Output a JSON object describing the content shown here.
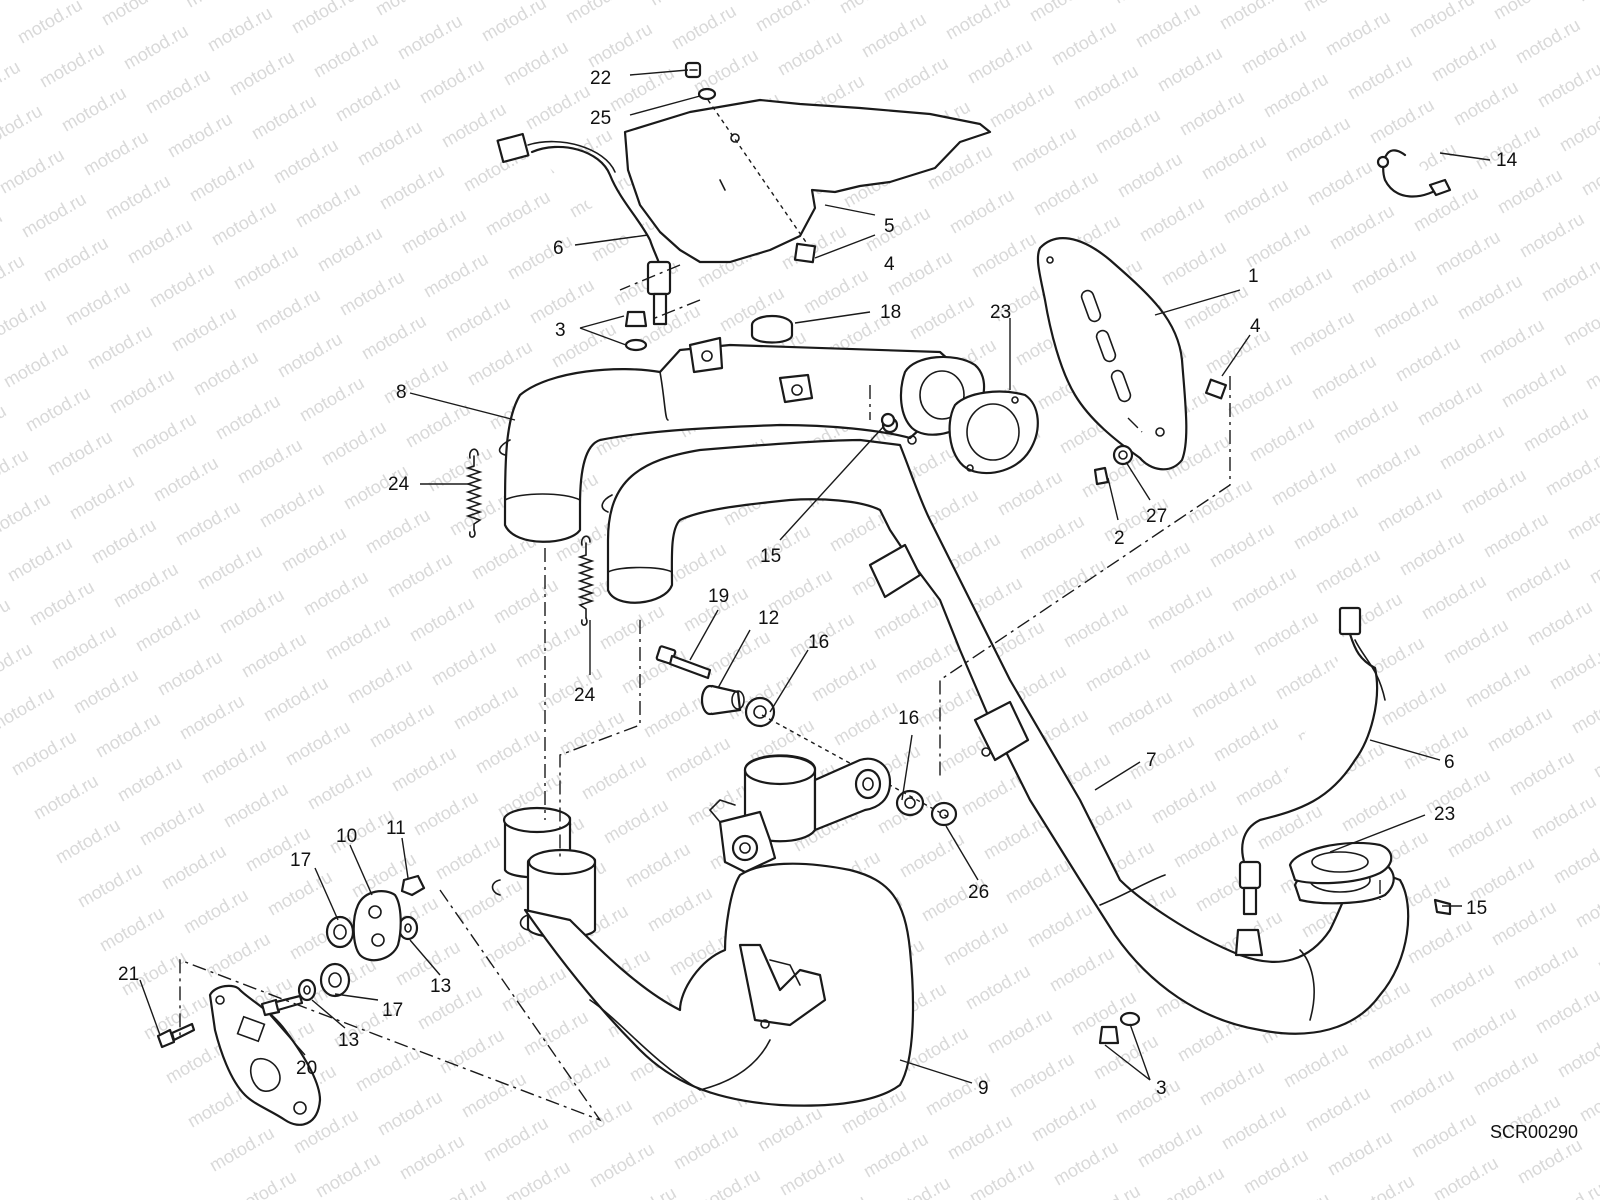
{
  "watermark": {
    "text": "motod.ru",
    "color": "#d9d9d9"
  },
  "drawing_code": "SCR00290",
  "callouts": [
    {
      "id": "c-22",
      "label": "22"
    },
    {
      "id": "c-25",
      "label": "25"
    },
    {
      "id": "c-5",
      "label": "5"
    },
    {
      "id": "c-4a",
      "label": "4"
    },
    {
      "id": "c-6a",
      "label": "6"
    },
    {
      "id": "c-18",
      "label": "18"
    },
    {
      "id": "c-3a",
      "label": "3"
    },
    {
      "id": "c-8",
      "label": "8"
    },
    {
      "id": "c-24a",
      "label": "24"
    },
    {
      "id": "c-24b",
      "label": "24"
    },
    {
      "id": "c-23a",
      "label": "23"
    },
    {
      "id": "c-1",
      "label": "1"
    },
    {
      "id": "c-4b",
      "label": "4"
    },
    {
      "id": "c-14",
      "label": "14"
    },
    {
      "id": "c-2",
      "label": "2"
    },
    {
      "id": "c-27",
      "label": "27"
    },
    {
      "id": "c-15a",
      "label": "15"
    },
    {
      "id": "c-19",
      "label": "19"
    },
    {
      "id": "c-12",
      "label": "12"
    },
    {
      "id": "c-16a",
      "label": "16"
    },
    {
      "id": "c-16b",
      "label": "16"
    },
    {
      "id": "c-26",
      "label": "26"
    },
    {
      "id": "c-7",
      "label": "7"
    },
    {
      "id": "c-6b",
      "label": "6"
    },
    {
      "id": "c-23b",
      "label": "23"
    },
    {
      "id": "c-15b",
      "label": "15"
    },
    {
      "id": "c-11",
      "label": "11"
    },
    {
      "id": "c-10",
      "label": "10"
    },
    {
      "id": "c-17a",
      "label": "17"
    },
    {
      "id": "c-17b",
      "label": "17"
    },
    {
      "id": "c-13a",
      "label": "13"
    },
    {
      "id": "c-13b",
      "label": "13"
    },
    {
      "id": "c-21",
      "label": "21"
    },
    {
      "id": "c-20",
      "label": "20"
    },
    {
      "id": "c-9",
      "label": "9"
    },
    {
      "id": "c-3b",
      "label": "3"
    }
  ]
}
